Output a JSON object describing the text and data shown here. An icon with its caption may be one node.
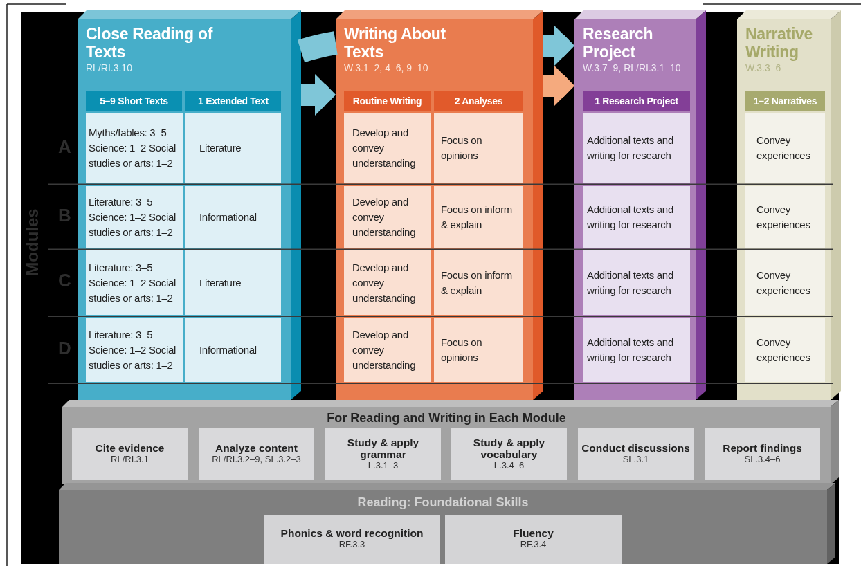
{
  "diagram": {
    "nodes": [
      {
        "text": [
          "Close Reading of Texts",
          "RL/RI.3.10"
        ]
      },
      {
        "text": [
          "5–9 Short Texts"
        ],
        "in": 0
      },
      {
        "text": [
          "1 Extended Text"
        ],
        "in": 0
      },
      {
        "text": [
          "Myths/fables: 3–5 Science: 1–2 Social studies or arts: 1–2"
        ],
        "in": 0
      },
      {
        "text": [
          "Literature"
        ],
        "in": 0
      },
      {
        "text": [
          "Literature: 3–5 Science: 1–2 Social studies or arts: 1–2"
        ],
        "in": 0
      },
      {
        "text": [
          "Informational"
        ],
        "in": 0
      },
      {
        "text": [
          "Literature: 3–5 Science: 1–2 Social studies or arts: 1–2"
        ],
        "in": 0
      },
      {
        "text": [
          "Literature"
        ],
        "in": 0
      },
      {
        "text": [
          "Literature: 3–5 Science: 1–2 Social studies or arts: 1–2"
        ],
        "in": 0
      },
      {
        "text": [
          "Informational"
        ],
        "in": 0
      },
      {
        "text": [
          "Writing About Texts",
          "W.3.1–2, 4–6, 9–10"
        ]
      },
      {
        "text": [
          "Routine Writing"
        ],
        "in": 11
      },
      {
        "text": [
          "2 Analyses"
        ],
        "in": 11
      },
      {
        "text": [
          "Develop and convey understanding"
        ],
        "in": 11
      },
      {
        "text": [
          "Focus on opinions"
        ],
        "in": 11
      },
      {
        "text": [
          "Develop and convey understanding"
        ],
        "in": 11
      },
      {
        "text": [
          "Focus on inform & explain"
        ],
        "in": 11
      },
      {
        "text": [
          "Develop and convey understanding"
        ],
        "in": 11
      },
      {
        "text": [
          "Focus on inform & explain"
        ],
        "in": 11
      },
      {
        "text": [
          "Develop and convey understanding"
        ],
        "in": 11
      },
      {
        "text": [
          "Focus on opinions"
        ],
        "in": 11
      },
      {
        "text": [
          "Research Project",
          "W.3.7–9, RL/RI.3.1–10"
        ]
      },
      {
        "text": [
          "1 Research Project"
        ],
        "in": 22
      },
      {
        "text": [
          "Additional texts and writing for research"
        ],
        "in": 22
      },
      {
        "text": [
          "Additional texts and writing for research"
        ],
        "in": 22
      },
      {
        "text": [
          "Additional texts and writing for research"
        ],
        "in": 22
      },
      {
        "text": [
          "Additional texts and writing for research"
        ],
        "in": 22
      },
      {
        "text": [
          "Narrative Writing",
          "W.3.3–6"
        ]
      },
      {
        "text": [
          "1–2 Narratives"
        ],
        "in": 28
      },
      {
        "text": [
          "Convey experiences"
        ],
        "in": 28
      },
      {
        "text": [
          "Convey experiences"
        ],
        "in": 28
      },
      {
        "text": [
          "Convey experiences"
        ],
        "in": 28
      },
      {
        "text": [
          "Convey experiences"
        ],
        "in": 28
      },
      {
        "text": [
          "For Reading and Writing in Each Module"
        ]
      },
      {
        "text": [
          "Cite evidence",
          "RL/RI.3.1"
        ],
        "in": 34
      },
      {
        "text": [
          "Analyze content",
          "RL/RI.3.2–9, SL.3.2–3"
        ],
        "in": 34
      },
      {
        "text": [
          "Study & apply grammar",
          "L.3.1–3"
        ],
        "in": 34
      },
      {
        "text": [
          "Study & apply vocabulary",
          "L.3.4–6"
        ],
        "in": 34
      },
      {
        "text": [
          "Conduct discussions",
          "SL.3.1"
        ],
        "in": 34
      },
      {
        "text": [
          "Report findings",
          "SL.3.4–6"
        ],
        "in": 34
      },
      {
        "text": [
          "Reading: Foundational Skills"
        ]
      },
      {
        "text": [
          "Phonics & word recognition",
          "RF.3.3"
        ],
        "in": 41
      },
      {
        "text": [
          "Fluency",
          "RF.3.4"
        ],
        "in": 41
      }
    ],
    "edges": [
      {
        "from": 0,
        "to": 11,
        "arrow": "none"
      },
      {
        "from": 0,
        "to": 11,
        "arrow": "to"
      },
      {
        "from": 11,
        "to": 22,
        "arrow": "to"
      },
      {
        "from": 11,
        "to": 22,
        "arrow": "to",
        "color": "#f5aa7e"
      }
    ],
    "labels": [
      "Modules",
      "A",
      "B",
      "C",
      "D"
    ]
  }
}
